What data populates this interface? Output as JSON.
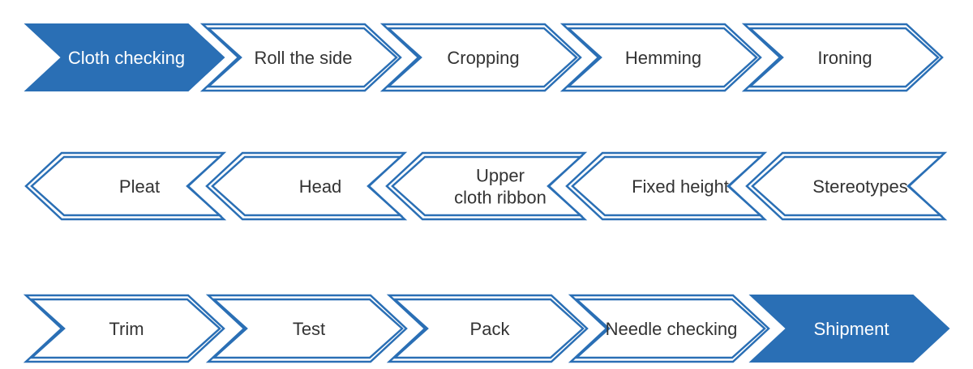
{
  "colors": {
    "primary": "#2a6fb5",
    "text_dark": "#333333",
    "text_light": "#ffffff",
    "background": "#ffffff"
  },
  "rows": [
    {
      "direction": "right",
      "steps": [
        {
          "label": [
            "Cloth checking"
          ],
          "filled": true
        },
        {
          "label": [
            "Roll the side"
          ],
          "filled": false
        },
        {
          "label": [
            "Cropping"
          ],
          "filled": false
        },
        {
          "label": [
            "Hemming"
          ],
          "filled": false
        },
        {
          "label": [
            "Ironing"
          ],
          "filled": false
        }
      ]
    },
    {
      "direction": "left",
      "steps": [
        {
          "label": [
            "Pleat"
          ],
          "filled": false
        },
        {
          "label": [
            "Head"
          ],
          "filled": false
        },
        {
          "label": [
            "Upper",
            "cloth ribbon"
          ],
          "filled": false
        },
        {
          "label": [
            "Fixed height"
          ],
          "filled": false
        },
        {
          "label": [
            "Stereotypes"
          ],
          "filled": false
        }
      ]
    },
    {
      "direction": "right",
      "steps": [
        {
          "label": [
            "Trim"
          ],
          "filled": false
        },
        {
          "label": [
            "Test"
          ],
          "filled": false
        },
        {
          "label": [
            "Pack"
          ],
          "filled": false
        },
        {
          "label": [
            "Needle checking"
          ],
          "filled": false
        },
        {
          "label": [
            "Shipment"
          ],
          "filled": true
        }
      ]
    }
  ]
}
